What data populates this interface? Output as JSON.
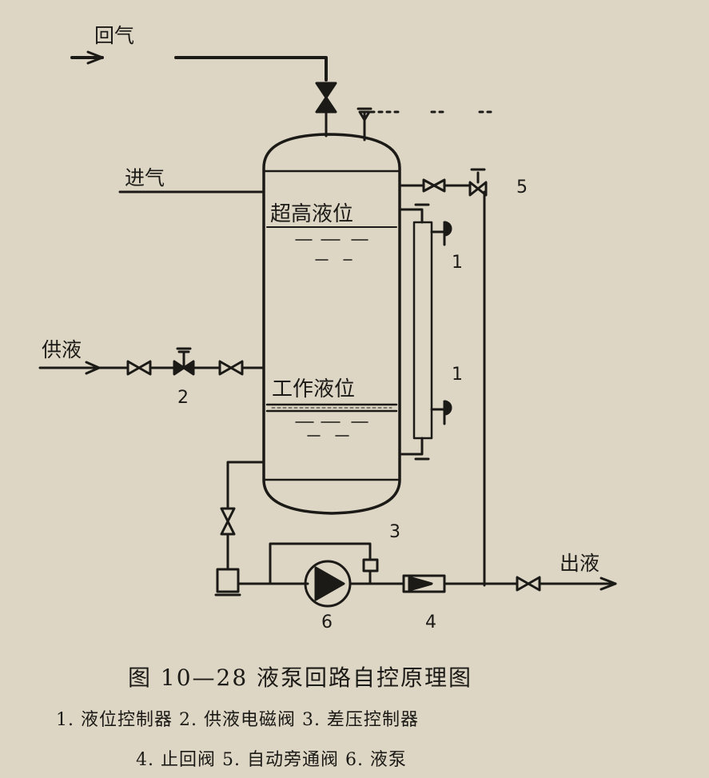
{
  "labels": {
    "return_gas": "回气",
    "inlet_gas": "进气",
    "supply_liquid": "供液",
    "outlet_liquid": "出液",
    "super_high_level": "超高液位",
    "working_level": "工作液位"
  },
  "numbers": {
    "n1_top": "1",
    "n1_bottom": "1",
    "n2": "2",
    "n3": "3",
    "n4": "4",
    "n5": "5",
    "n6": "6"
  },
  "caption": {
    "title": "图 10—28   液泵回路自控原理图",
    "legend_line1": "1. 液位控制器   2. 供液电磁阀   3. 差压控制器",
    "legend_line2": "4. 止回阀   5. 自动旁通阀   6. 液泵"
  }
}
